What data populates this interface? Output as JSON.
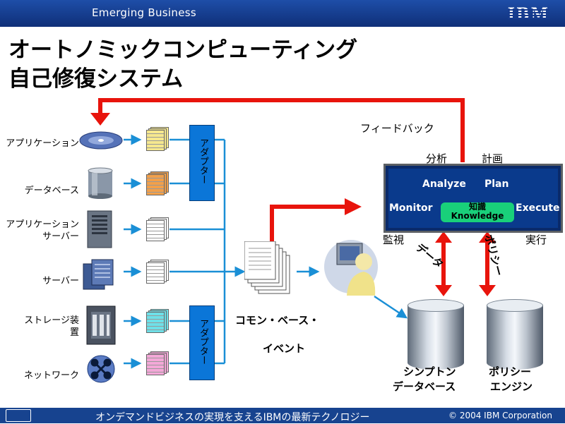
{
  "header": {
    "section": "Emerging Business",
    "logo": "IBM"
  },
  "title": {
    "line1": "オートノミックコンピューティング",
    "line2": "自己修復システム"
  },
  "sources": [
    {
      "label": "アプリケーション",
      "icon": "disc-icon",
      "doc_color": "#f6e88e"
    },
    {
      "label": "データベース",
      "icon": "database-icon",
      "doc_color": "#f2a04a"
    },
    {
      "label": "アプリケーション\nサーバー",
      "icon": "server-tower-icon",
      "doc_color": "#ffffff"
    },
    {
      "label": "サーバー",
      "icon": "server-rack-icon",
      "doc_color": "#ffffff"
    },
    {
      "label": "ストレージ装\n置",
      "icon": "storage-icon",
      "doc_color": "#6ee0e8"
    },
    {
      "label": "ネットワーク",
      "icon": "network-icon",
      "doc_color": "#f4a8d8"
    }
  ],
  "adapter_label": "アダプター",
  "event": {
    "line1": "コモン・ベース・",
    "line2": "イベント"
  },
  "feedback": "フィードバック",
  "manager": {
    "analyze_jp": "分析",
    "plan_jp": "計画",
    "monitor_jp": "監視",
    "execute_jp": "実行",
    "analyze": "Analyze",
    "plan": "Plan",
    "monitor": "Monitor",
    "execute": "Execute",
    "knowledge_jp": "知識",
    "knowledge": "Knowledge"
  },
  "data_label": "データ",
  "policy_label": "ポリシー",
  "symptom_db": {
    "line1": "シンプトン",
    "line2": "データベース"
  },
  "policy_engine": {
    "line1": "ポリシー",
    "line2": "エンジン"
  },
  "footer": {
    "tagline": "オンデマンドビジネスの実現を支えるIBMの最新テクノロジー",
    "copyright": "© 2004 IBM Corporation"
  },
  "colors": {
    "arrow_red": "#e8140c",
    "arrow_blue": "#1a8fd6",
    "adapter_blue": "#0b76d8",
    "header_blue": "#173f8e"
  }
}
